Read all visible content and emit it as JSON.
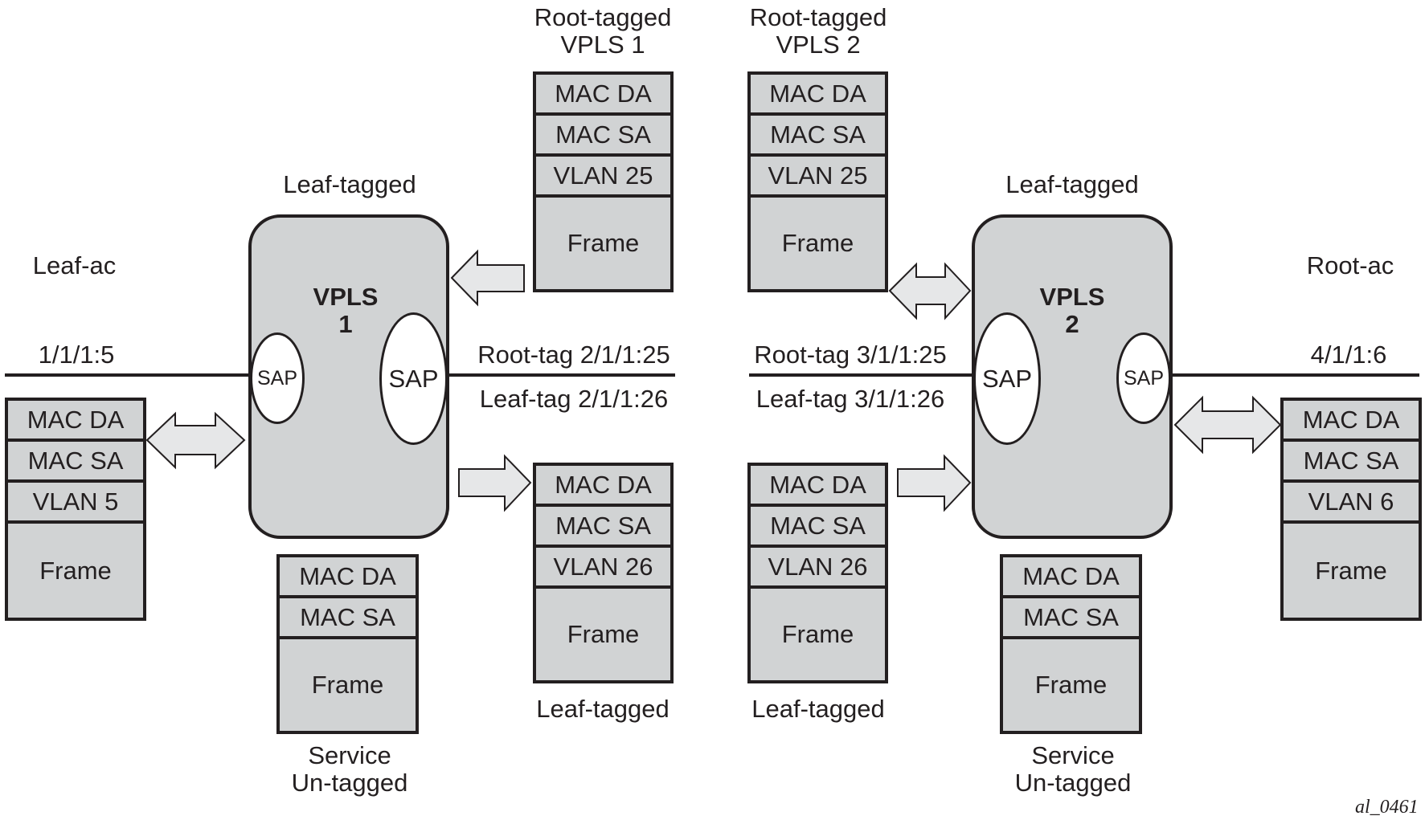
{
  "figure_id": "al_0461",
  "colors": {
    "box_fill": "#d1d3d4",
    "arrow_fill": "#e6e7e8",
    "line": "#231f20",
    "sap_fill": "#ffffff"
  },
  "vpls1": {
    "title_line1": "VPLS",
    "title_line2": "1",
    "top_label": "Leaf-tagged",
    "sap_left": "SAP",
    "sap_right": "SAP",
    "side_label_left": "Leaf-ac",
    "port_left": "1/1/1:5",
    "port_right_root": "Root-tag 2/1/1:25",
    "port_right_leaf": "Leaf-tag 2/1/1:26",
    "bottom_label_line1": "Service",
    "bottom_label_line2": "Un-tagged"
  },
  "vpls2": {
    "title_line1": "VPLS",
    "title_line2": "2",
    "top_label": "Leaf-tagged",
    "sap_left": "SAP",
    "sap_right": "SAP",
    "side_label_right": "Root-ac",
    "port_right": "4/1/1:6",
    "port_left_root": "Root-tag 3/1/1:25",
    "port_left_leaf": "Leaf-tag 3/1/1:26",
    "bottom_label_line1": "Service",
    "bottom_label_line2": "Un-tagged"
  },
  "packets": {
    "leaf_ac": {
      "fields": [
        "MAC DA",
        "MAC SA",
        "VLAN 5",
        "Frame"
      ]
    },
    "vpls1_untagged": {
      "fields": [
        "MAC DA",
        "MAC SA",
        "Frame"
      ]
    },
    "vpls1_root_tagged": {
      "label_line1": "Root-tagged",
      "label_line2": "VPLS 1",
      "fields": [
        "MAC DA",
        "MAC SA",
        "VLAN 25",
        "Frame"
      ]
    },
    "vpls1_leaf_tagged": {
      "label": "Leaf-tagged",
      "fields": [
        "MAC DA",
        "MAC SA",
        "VLAN 26",
        "Frame"
      ]
    },
    "vpls2_root_tagged": {
      "label_line1": "Root-tagged",
      "label_line2": "VPLS 2",
      "fields": [
        "MAC DA",
        "MAC SA",
        "VLAN 25",
        "Frame"
      ]
    },
    "vpls2_leaf_tagged": {
      "label": "Leaf-tagged",
      "fields": [
        "MAC DA",
        "MAC SA",
        "VLAN 26",
        "Frame"
      ]
    },
    "vpls2_untagged": {
      "fields": [
        "MAC DA",
        "MAC SA",
        "Frame"
      ]
    },
    "root_ac": {
      "fields": [
        "MAC DA",
        "MAC SA",
        "VLAN 6",
        "Frame"
      ]
    }
  }
}
